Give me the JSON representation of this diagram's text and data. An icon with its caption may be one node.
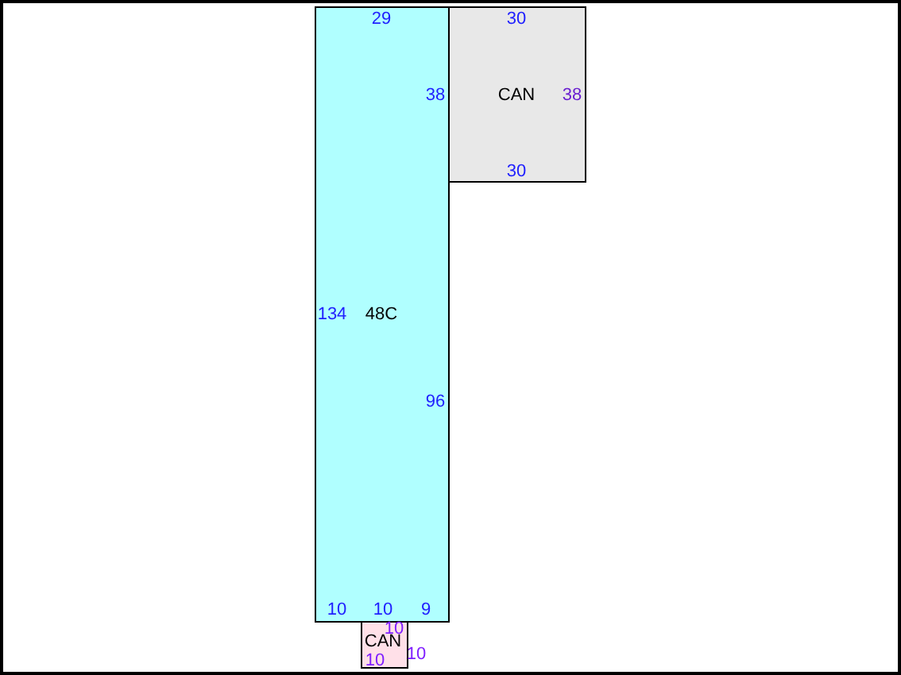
{
  "diagram": {
    "nodes": [
      {
        "text": [
          "48C",
          "29",
          "38",
          "134",
          "96",
          "10",
          "10",
          "9"
        ]
      },
      {
        "text": [
          "CAN",
          "30",
          "38",
          "30"
        ]
      },
      {
        "text": [
          "CAN",
          "10",
          "10",
          "10"
        ]
      }
    ],
    "edges": []
  }
}
